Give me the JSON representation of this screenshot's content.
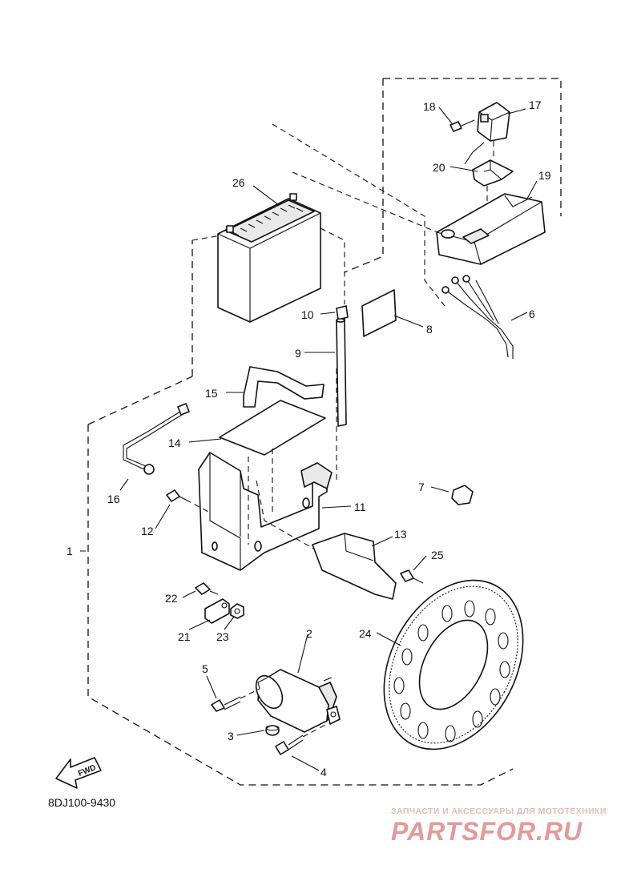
{
  "diagram": {
    "drawing_code": "8DJ100-9430",
    "fwd_label": "FWD",
    "callouts": {
      "c1": "1",
      "c2": "2",
      "c3": "3",
      "c4": "4",
      "c5": "5",
      "c6": "6",
      "c7": "7",
      "c8": "8",
      "c9": "9",
      "c10": "10",
      "c11": "11",
      "c12": "12",
      "c13": "13",
      "c14": "14",
      "c15": "15",
      "c16": "16",
      "c17": "17",
      "c18": "18",
      "c19": "19",
      "c20": "20",
      "c21": "21",
      "c22": "22",
      "c23": "23",
      "c24": "24",
      "c25": "25",
      "c26": "26"
    }
  },
  "watermark": {
    "tagline": "ЗАПЧАСТИ И АКСЕССУАРЫ ДЛЯ МОТОТЕХНИКИ",
    "brand": "PARTSFOR.RU"
  }
}
